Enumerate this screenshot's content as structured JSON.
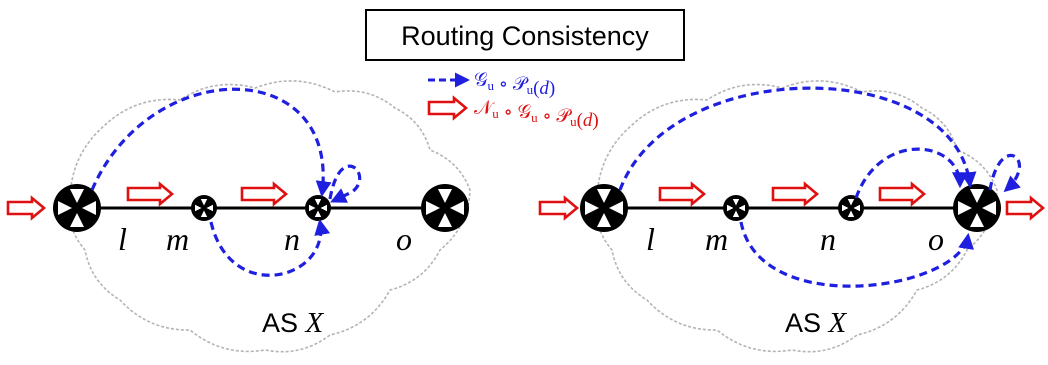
{
  "title": "Routing Consistency",
  "legend": {
    "items": [
      {
        "parts": [
          {
            "t": "𝒢",
            "i": false
          },
          {
            "t": "u",
            "sub": true
          },
          {
            "t": " ∘ ",
            "i": false
          },
          {
            "t": "𝒫",
            "i": false
          },
          {
            "t": "u",
            "sub": true
          },
          {
            "t": "(",
            "i": false
          },
          {
            "t": "d",
            "i": true
          },
          {
            "t": ")",
            "i": false
          }
        ],
        "color": "#1f1fe0",
        "style": "dashed"
      },
      {
        "parts": [
          {
            "t": "𝒩",
            "i": false
          },
          {
            "t": "u",
            "sub": true
          },
          {
            "t": " ∘ ",
            "i": false
          },
          {
            "t": "𝒢",
            "i": false
          },
          {
            "t": "u",
            "sub": true
          },
          {
            "t": " ∘ ",
            "i": false
          },
          {
            "t": "𝒫",
            "i": false
          },
          {
            "t": "u",
            "sub": true
          },
          {
            "t": "(",
            "i": false
          },
          {
            "t": "d",
            "i": true
          },
          {
            "t": ")",
            "i": false
          }
        ],
        "color": "#e01010",
        "style": "hollow-arrow"
      }
    ]
  },
  "panels": [
    {
      "as_label": {
        "prefix": "AS ",
        "var": "X"
      },
      "nodes": [
        {
          "id": "l",
          "label": "l",
          "kind": "border"
        },
        {
          "id": "m",
          "label": "m",
          "kind": "internal"
        },
        {
          "id": "n",
          "label": "n",
          "kind": "internal"
        },
        {
          "id": "o",
          "label": "o",
          "kind": "border"
        }
      ]
    },
    {
      "as_label": {
        "prefix": "AS ",
        "var": "X"
      },
      "nodes": [
        {
          "id": "l",
          "label": "l",
          "kind": "border"
        },
        {
          "id": "m",
          "label": "m",
          "kind": "internal"
        },
        {
          "id": "n",
          "label": "n",
          "kind": "internal"
        },
        {
          "id": "o",
          "label": "o",
          "kind": "border"
        }
      ]
    }
  ]
}
